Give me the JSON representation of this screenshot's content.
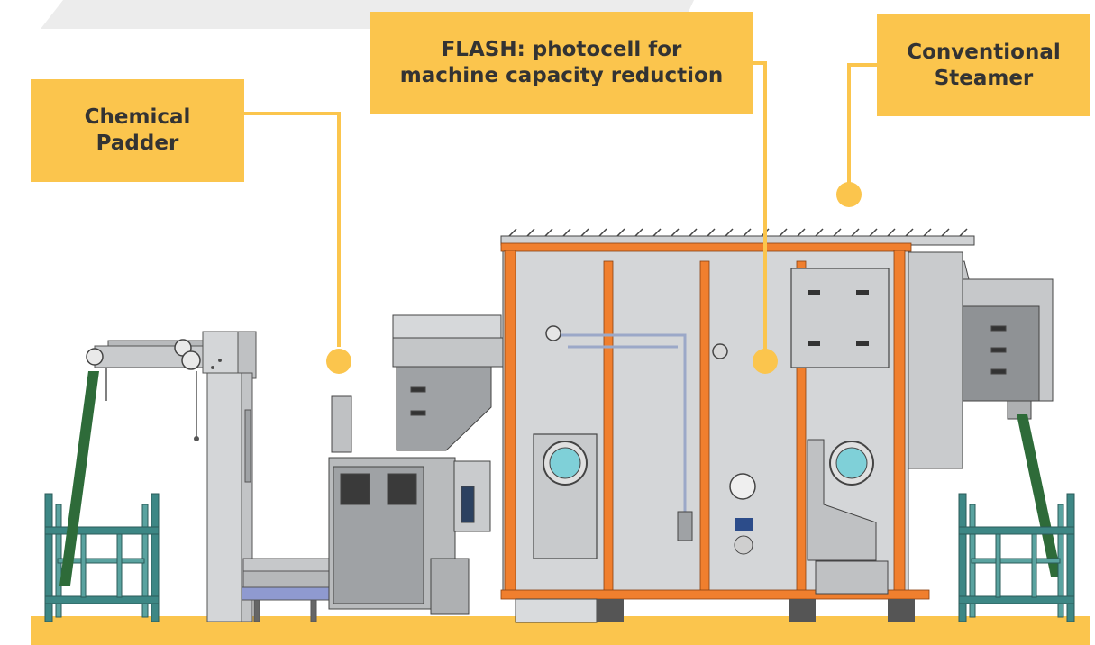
{
  "callouts": {
    "padder": {
      "label": "Chemical\nPadder"
    },
    "flash": {
      "label": "FLASH: photocell for\nmachine capacity reduction"
    },
    "steamer": {
      "label": "Conventional\nSteamer"
    }
  },
  "colors": {
    "callout": "#fbc54d",
    "leader": "#fbc54d",
    "frame_orange": "#f07f2e",
    "panel_gray": "#d4d6d8",
    "dark_gray": "#808386",
    "green_belt": "#2e6b39",
    "teal_stand": "#3d8785",
    "floor": "#fbc54d"
  }
}
